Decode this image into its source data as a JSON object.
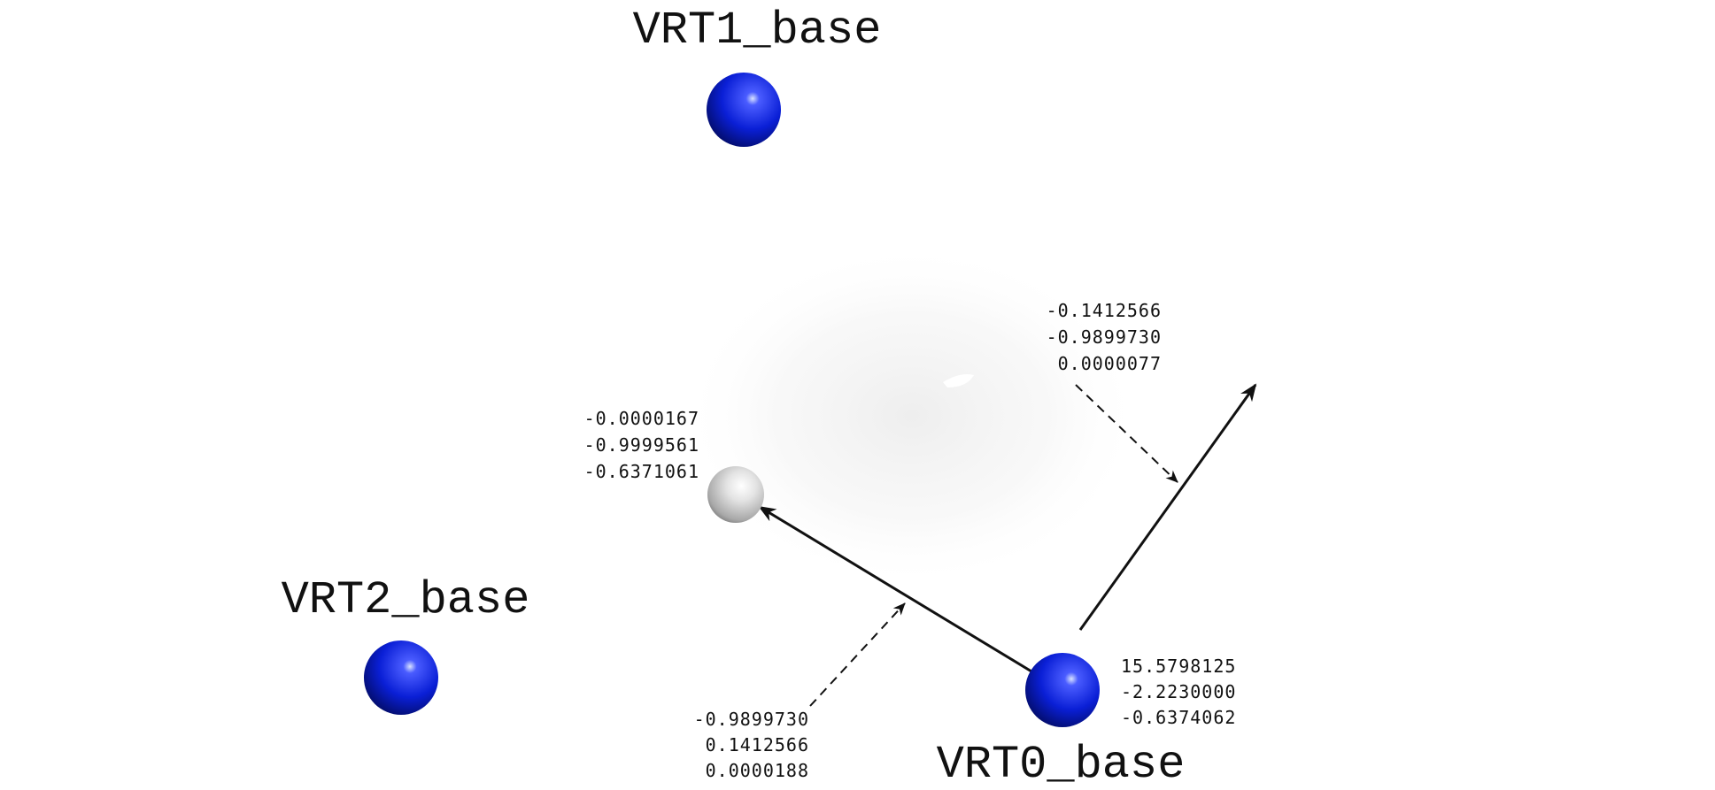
{
  "diagram": {
    "nodes": [
      {
        "id": "VRT1_base",
        "label": "VRT1_base",
        "color": "#0a1fd6"
      },
      {
        "id": "VRT2_base",
        "label": "VRT2_base",
        "color": "#0a1fd6"
      },
      {
        "id": "VRT0_base",
        "label": "VRT0_base",
        "color": "#0a1fd6"
      },
      {
        "id": "center",
        "label": "",
        "color": "#d8d8d8"
      }
    ],
    "vrt0_coords": [
      "15.5798125",
      "-2.2230000",
      "-0.6374062"
    ],
    "center_coords": [
      "-0.0000167",
      "-0.9999561",
      "-0.6371061"
    ],
    "x_axis_vector": [
      "-0.9899730",
      "0.1412566",
      "0.0000188"
    ],
    "y_axis_vector": [
      "-0.1412566",
      "-0.9899730",
      "0.0000077"
    ]
  }
}
